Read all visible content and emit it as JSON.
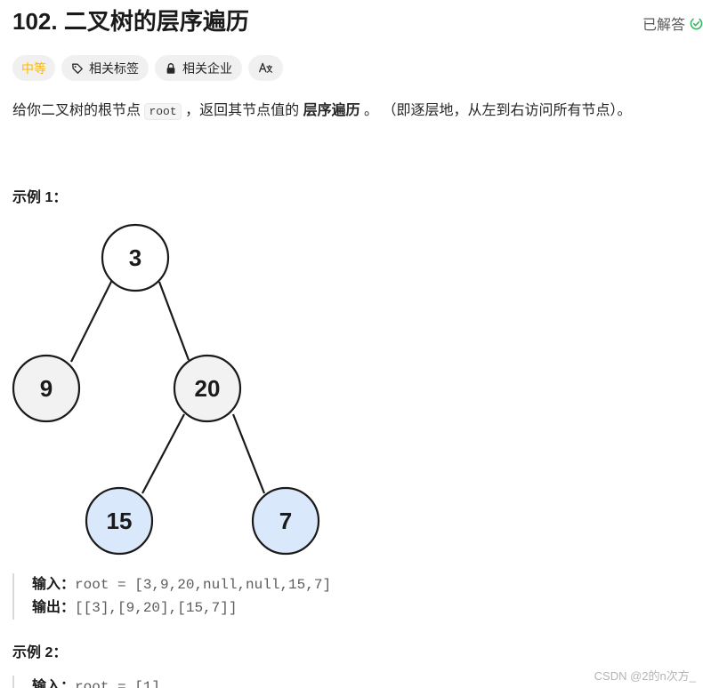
{
  "problem": {
    "title": "102. 二叉树的层序遍历",
    "status_label": "已解答",
    "status_color": "#2db55d"
  },
  "tags": {
    "difficulty": "中等",
    "difficulty_color": "#ffb800",
    "topics_label": "相关标签",
    "companies_label": "相关企业",
    "translate_icon": "translate-icon"
  },
  "description": {
    "part1": "给你二叉树的根节点 ",
    "code": "root",
    "part2": " ，返回其节点值的 ",
    "bold": "层序遍历",
    "part3": " 。 （即逐层地，从左到右访问所有节点）。"
  },
  "example1": {
    "title": "示例 1：",
    "tree_nodes": [
      "3",
      "9",
      "20",
      "15",
      "7"
    ],
    "highlight_color": "#dae8fc",
    "node_color": "#f2f2f2",
    "input_label": "输入：",
    "input_value": "root = [3,9,20,null,null,15,7]",
    "output_label": "输出：",
    "output_value": "[[3],[9,20],[15,7]]"
  },
  "example2": {
    "title": "示例 2：",
    "input_label": "输入：",
    "input_value": "root = [1]"
  },
  "watermark": "CSDN @2的n次方_"
}
